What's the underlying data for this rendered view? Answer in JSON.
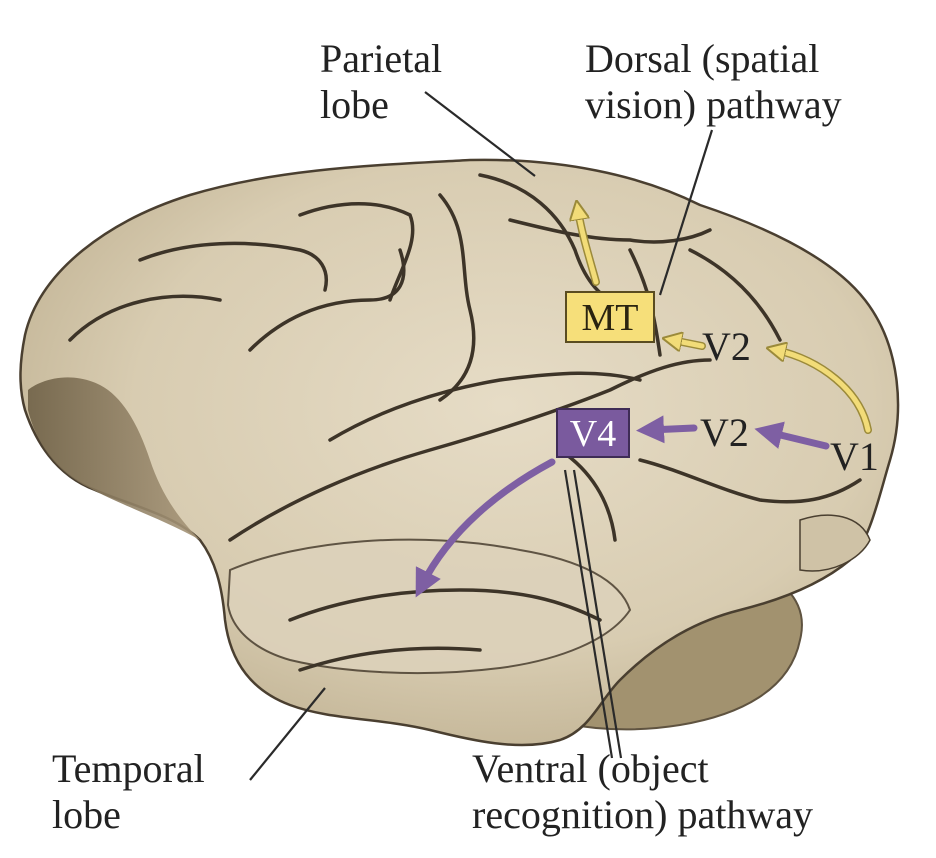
{
  "labels": {
    "parietal_line1": "Parietal",
    "parietal_line2": "lobe",
    "dorsal_line1": "Dorsal (spatial",
    "dorsal_line2": "vision) pathway",
    "temporal_line1": "Temporal",
    "temporal_line2": "lobe",
    "ventral_line1": "Ventral (object",
    "ventral_line2": "recognition) pathway"
  },
  "areas": {
    "mt": "MT",
    "v4": "V4",
    "v2_dorsal": "V2",
    "v2_ventral": "V2",
    "v1": "V1"
  },
  "colors": {
    "dorsal_pathway": "#f2dc78",
    "dorsal_box": "#f6df7a",
    "ventral_pathway": "#7e5fa3",
    "ventral_box": "#7a5a9e",
    "brain_fill": "#d9cdb4",
    "brain_shadow": "#8f7f63",
    "sulcus": "#3d3428"
  }
}
